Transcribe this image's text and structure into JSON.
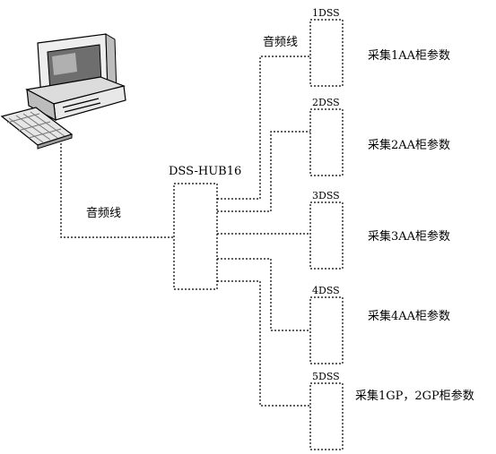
{
  "computer": {
    "icon": "desktop-computer-icon"
  },
  "hub": {
    "label": "DSS-HUB16"
  },
  "cables": {
    "left_label": "音频线",
    "top_label": "音频线"
  },
  "devices": [
    {
      "label": "1DSS",
      "desc": "采集1AA柜参数"
    },
    {
      "label": "2DSS",
      "desc": "采集2AA柜参数"
    },
    {
      "label": "3DSS",
      "desc": "采集3AA柜参数"
    },
    {
      "label": "4DSS",
      "desc": "采集4AA柜参数"
    },
    {
      "label": "5DSS",
      "desc": "采集1GP，2GP柜参数"
    }
  ],
  "colors": {
    "line": "#000000",
    "background": "#ffffff"
  }
}
